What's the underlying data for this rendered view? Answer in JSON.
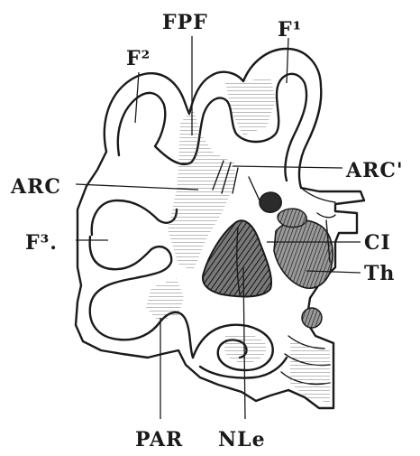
{
  "figure": {
    "labels": {
      "fpf": "FPF",
      "f1": "F¹",
      "f2": "F²",
      "f3": "F³.",
      "arc": "ARC",
      "arc_prime": "ARC'",
      "ci": "CI",
      "th": "Th",
      "par": "PAR",
      "nle": "NLe"
    }
  }
}
